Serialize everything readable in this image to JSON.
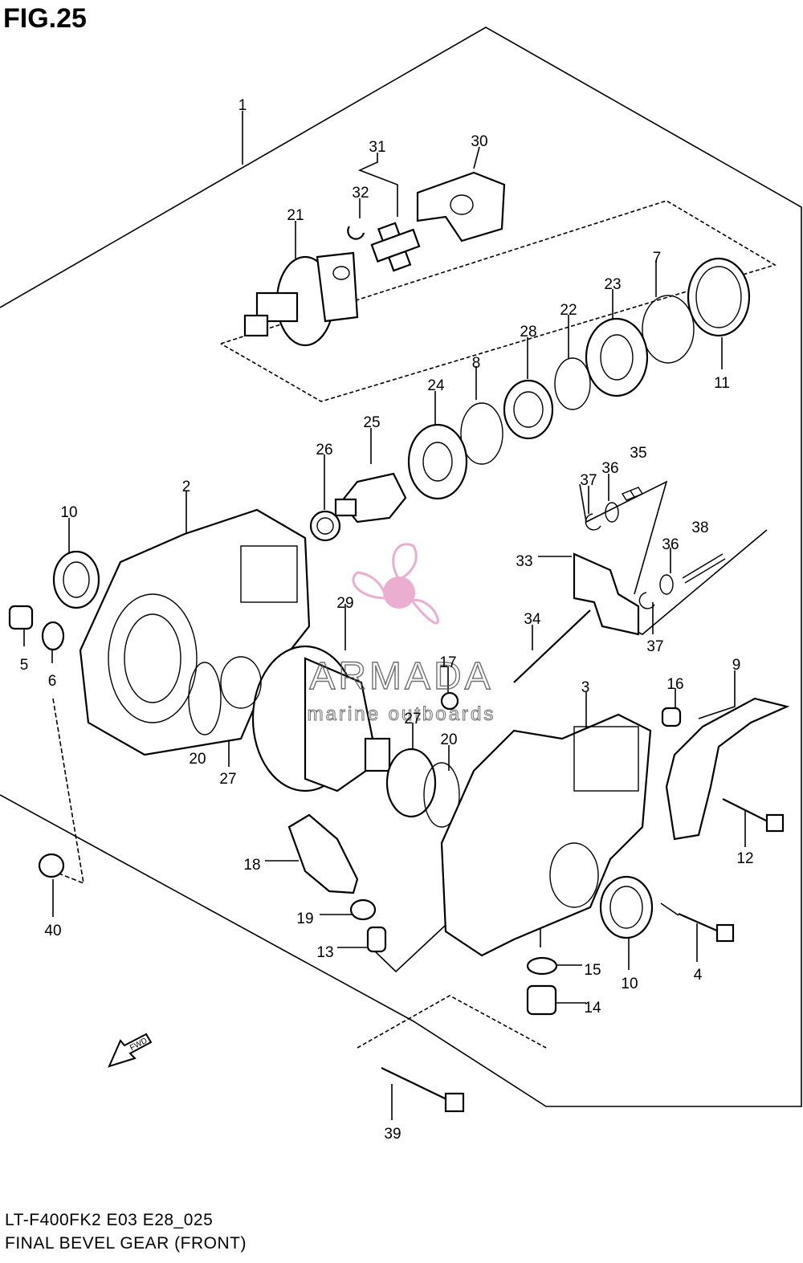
{
  "figure": {
    "title": "FIG.25",
    "model_code": "LT-F400FK2 E03 E28_025",
    "assembly_name": "FINAL BEVEL GEAR (FRONT)"
  },
  "watermark": {
    "brand": "ARMADA",
    "tagline": "marine outboards",
    "logo_icon": "propeller-icon",
    "color": "#e8a0c8"
  },
  "direction_marker": {
    "label": "FWD",
    "icon": "arrow-down-left-icon"
  },
  "callouts": [
    {
      "id": "1",
      "label": "1"
    },
    {
      "id": "31",
      "label": "31"
    },
    {
      "id": "30",
      "label": "30"
    },
    {
      "id": "32",
      "label": "32"
    },
    {
      "id": "21",
      "label": "21"
    },
    {
      "id": "7",
      "label": "7"
    },
    {
      "id": "23",
      "label": "23"
    },
    {
      "id": "22",
      "label": "22"
    },
    {
      "id": "28",
      "label": "28"
    },
    {
      "id": "11",
      "label": "11"
    },
    {
      "id": "8",
      "label": "8"
    },
    {
      "id": "24",
      "label": "24"
    },
    {
      "id": "25",
      "label": "25"
    },
    {
      "id": "26",
      "label": "26"
    },
    {
      "id": "2",
      "label": "2"
    },
    {
      "id": "10a",
      "label": "10"
    },
    {
      "id": "35",
      "label": "35"
    },
    {
      "id": "36a",
      "label": "36"
    },
    {
      "id": "37a",
      "label": "37"
    },
    {
      "id": "36b",
      "label": "36"
    },
    {
      "id": "38",
      "label": "38"
    },
    {
      "id": "33",
      "label": "33"
    },
    {
      "id": "29",
      "label": "29"
    },
    {
      "id": "5",
      "label": "5"
    },
    {
      "id": "6",
      "label": "6"
    },
    {
      "id": "34",
      "label": "34"
    },
    {
      "id": "37b",
      "label": "37"
    },
    {
      "id": "17",
      "label": "17"
    },
    {
      "id": "9",
      "label": "9"
    },
    {
      "id": "3",
      "label": "3"
    },
    {
      "id": "16",
      "label": "16"
    },
    {
      "id": "27a",
      "label": "27"
    },
    {
      "id": "20a",
      "label": "20"
    },
    {
      "id": "20b",
      "label": "20"
    },
    {
      "id": "27b",
      "label": "27"
    },
    {
      "id": "12",
      "label": "12"
    },
    {
      "id": "18",
      "label": "18"
    },
    {
      "id": "40",
      "label": "40"
    },
    {
      "id": "19",
      "label": "19"
    },
    {
      "id": "13",
      "label": "13"
    },
    {
      "id": "15",
      "label": "15"
    },
    {
      "id": "10b",
      "label": "10"
    },
    {
      "id": "4",
      "label": "4"
    },
    {
      "id": "14",
      "label": "14"
    },
    {
      "id": "39",
      "label": "39"
    }
  ]
}
